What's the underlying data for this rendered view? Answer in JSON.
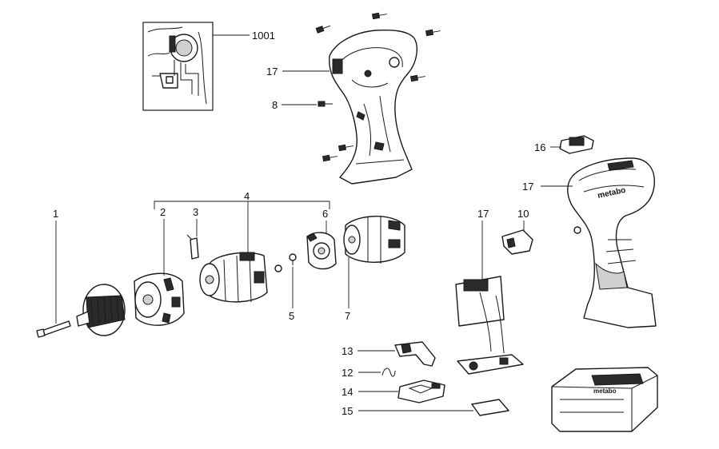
{
  "callouts": {
    "c1001": "1001",
    "c17_top": "17",
    "c8": "8",
    "c16": "16",
    "c17_right": "17",
    "c4": "4",
    "c1": "1",
    "c2": "2",
    "c3": "3",
    "c6": "6",
    "c17_mid": "17",
    "c10": "10",
    "c5": "5",
    "c7": "7",
    "c13": "13",
    "c12": "12",
    "c14": "14",
    "c15": "15"
  },
  "brand_mark": "metabo",
  "battery_mark": "metabo"
}
